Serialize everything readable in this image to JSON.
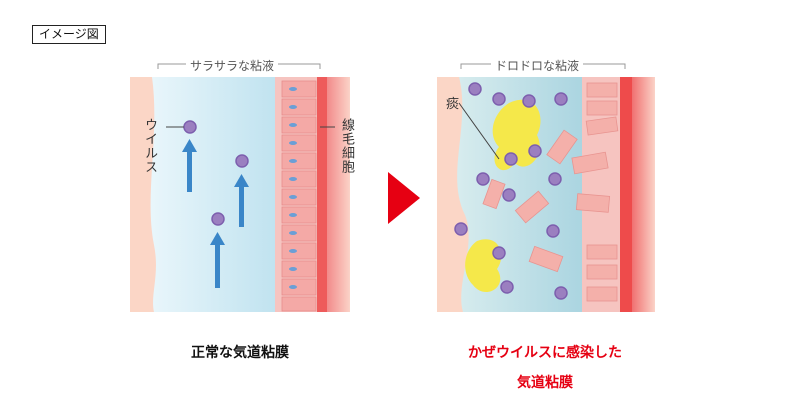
{
  "image_tag": "イメージ図",
  "left_panel": {
    "top_label": "サラサラな粘液",
    "virus_label": "ウイルス",
    "cilia_label": "線毛細胞",
    "caption": "正常な気道粘膜"
  },
  "right_panel": {
    "top_label": "ドロドロな粘液",
    "phlegm_label": "痰",
    "caption_line1": "かぜウイルスに感染した",
    "caption_line2": "気道粘膜"
  },
  "colors": {
    "caption_normal": "#111111",
    "caption_infected": "#e60012",
    "arrow": "#e60012",
    "virus": "#9b7fc0",
    "phlegm": "#f5e84a",
    "flow_arrow": "#3a86c8"
  }
}
